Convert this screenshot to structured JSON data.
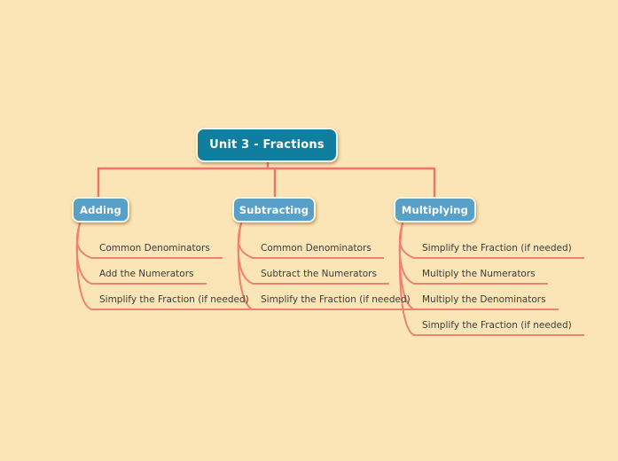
{
  "colors": {
    "bg": "#fbe5b6",
    "root_fill": "#107e9e",
    "branch_fill": "#58a0c8",
    "node_border": "#fdf4da",
    "connector": "#f1746a",
    "underline": "#ee8172",
    "item_text": "#3b3b3b",
    "node_text": "#ffffff"
  },
  "mindmap": {
    "root": {
      "label": "Unit 3 - Fractions"
    },
    "branches": [
      {
        "label": "Adding",
        "items": [
          "Common Denominators",
          "Add the Numerators",
          "Simplify the Fraction (if needed)"
        ]
      },
      {
        "label": "Subtracting",
        "items": [
          "Common Denominators",
          "Subtract the Numerators",
          "Simplify the Fraction (if needed)"
        ]
      },
      {
        "label": "Multiplying",
        "items": [
          "Simplify the Fraction (if needed)",
          "Multiply the Numerators",
          "Multiply the Denominators",
          "Simplify the Fraction (if needed)"
        ]
      }
    ]
  }
}
